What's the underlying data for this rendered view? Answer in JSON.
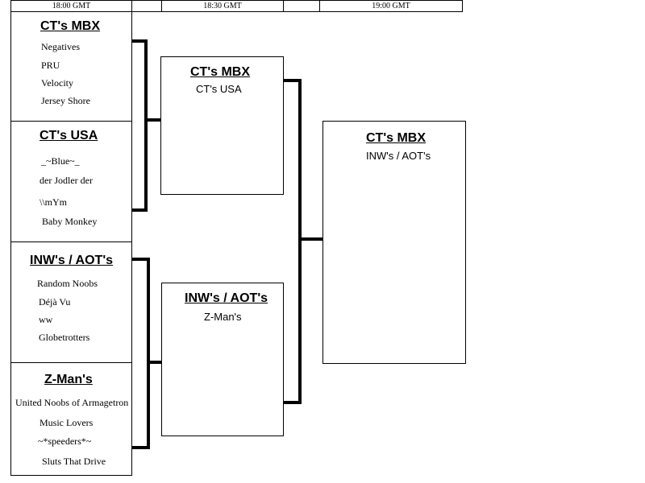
{
  "header": {
    "slot_1": "18:00 GMT",
    "slot_2": "18:30 GMT",
    "slot_3": "19:00 GMT"
  },
  "round1": [
    {
      "team": "CT's MBX",
      "members": [
        "Negatives",
        "PRU",
        "Velocity",
        "Jersey Shore"
      ]
    },
    {
      "team": "CT's USA",
      "members": [
        "_~Blue~_",
        "der Jodler der",
        "\\\\mYm",
        "Baby Monkey"
      ]
    },
    {
      "team": "INW's / AOT's",
      "members": [
        "Random Noobs",
        "Déjà Vu",
        "ww",
        "Globetrotters"
      ]
    },
    {
      "team": "Z-Man's",
      "members": [
        "United Noobs of Armagetron",
        "Music Lovers",
        "~*speeders*~",
        "Sluts That Drive"
      ]
    }
  ],
  "round2": [
    {
      "winner": "CT's MBX",
      "opponent": "CT's USA"
    },
    {
      "winner": "INW's / AOT's",
      "opponent": "Z-Man's"
    }
  ],
  "final": {
    "winner": "CT's MBX",
    "opponent": "INW's / AOT's"
  }
}
